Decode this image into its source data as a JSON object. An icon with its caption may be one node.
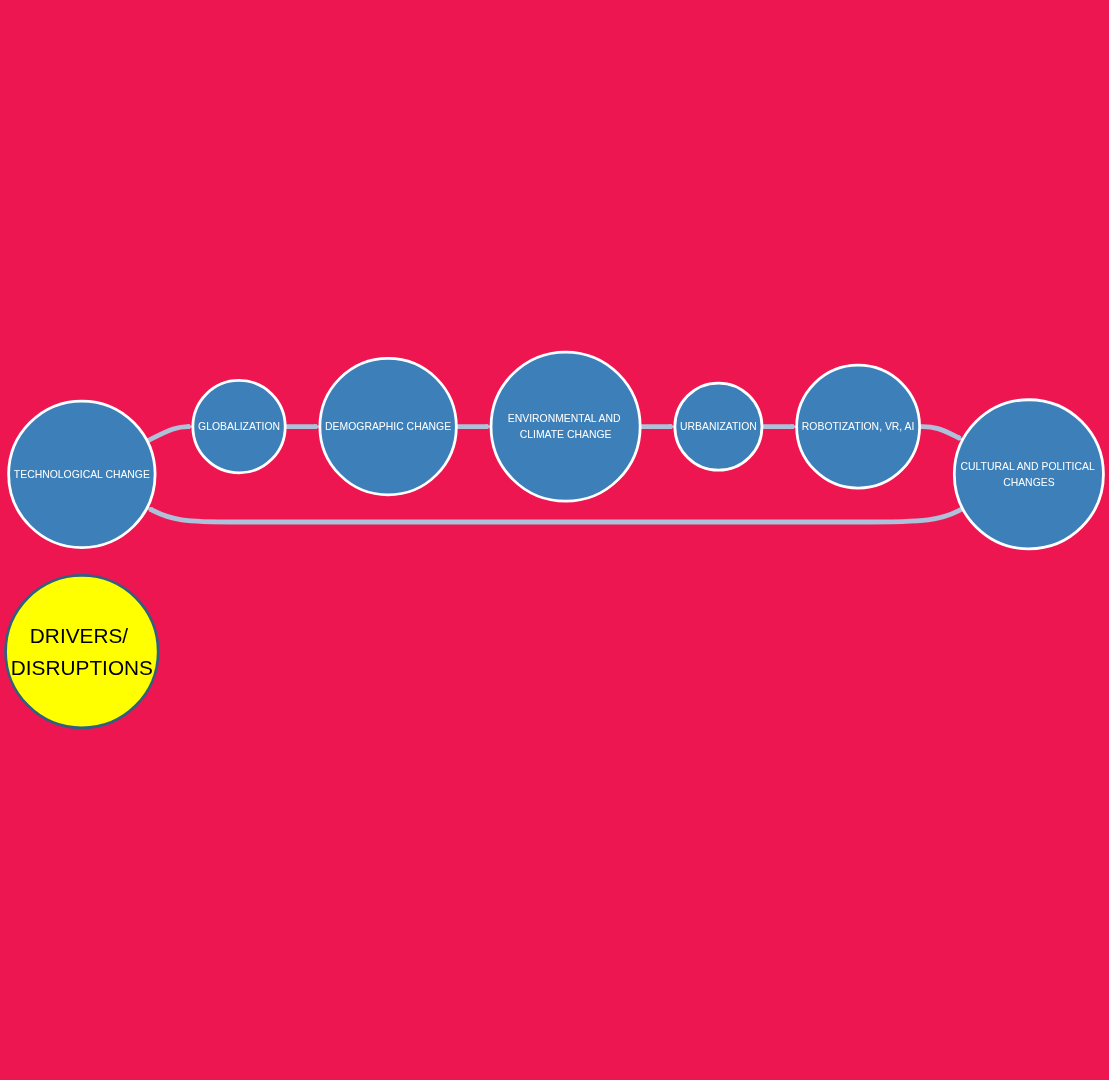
{
  "diagram": {
    "nodes": [
      {
        "text": [
          "TECHNOLOGICAL CHANGE"
        ]
      },
      {
        "text": [
          "GLOBALIZATION"
        ]
      },
      {
        "text": [
          "DEMOGRAPHIC CHANGE"
        ]
      },
      {
        "text": [
          "ENVIRONMENTAL AND CLIMATE CHANGE"
        ]
      },
      {
        "text": [
          "URBANIZATION"
        ]
      },
      {
        "text": [
          "ROBOTIZATION, VR, AI"
        ]
      },
      {
        "text": [
          "CULTURAL AND POLITICAL CHANGES"
        ]
      },
      {
        "text": [
          "DRIVERS/ DISRUPTIONS"
        ]
      }
    ],
    "edges": [
      {
        "from": 0,
        "to": 1,
        "arrow": "to"
      },
      {
        "from": 1,
        "to": 2,
        "arrow": "to"
      },
      {
        "from": 2,
        "to": 3,
        "arrow": "to"
      },
      {
        "from": 3,
        "to": 4,
        "arrow": "to"
      },
      {
        "from": 4,
        "to": 5,
        "arrow": "to"
      },
      {
        "from": 5,
        "to": 6,
        "arrow": "to"
      },
      {
        "from": 6,
        "to": 0,
        "arrow": "to"
      }
    ]
  }
}
